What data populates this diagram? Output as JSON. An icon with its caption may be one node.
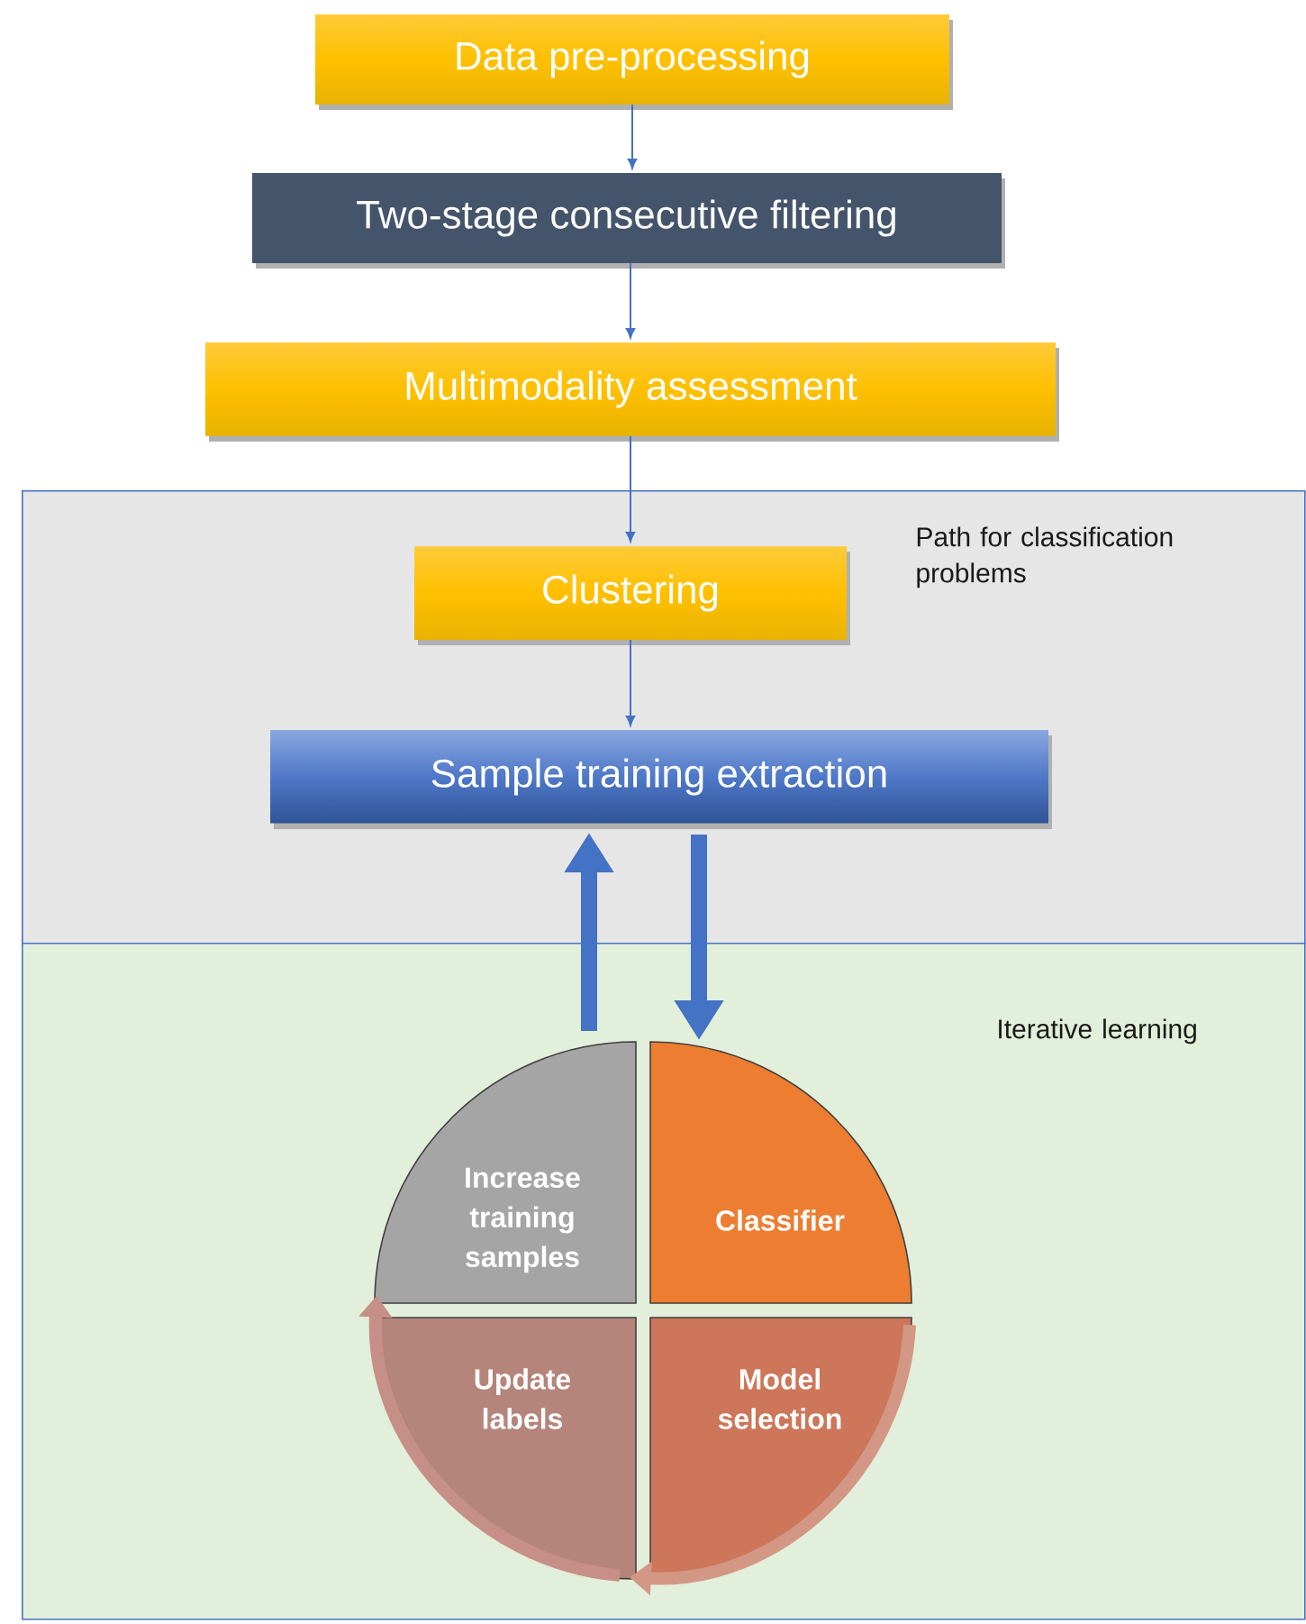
{
  "diagram": {
    "nodes": [
      {
        "text": [
          "Data pre-processing"
        ]
      },
      {
        "text": [
          "Two-stage consecutive filtering"
        ]
      },
      {
        "text": [
          "Multimodality  assessment"
        ]
      },
      {
        "text": [
          "Path for classification problems"
        ]
      },
      {
        "text": [
          "Clustering"
        ],
        "in": 3
      },
      {
        "text": [
          "Sample training extraction"
        ],
        "in": 3
      },
      {
        "text": [
          "Iterative learning"
        ]
      },
      {
        "text": [
          "Increase training samples"
        ],
        "in": 6
      },
      {
        "text": [
          "Classifier"
        ],
        "in": 6
      },
      {
        "text": [
          "Update labels"
        ],
        "in": 6
      },
      {
        "text": [
          "Model selection"
        ],
        "in": 6
      }
    ],
    "edges": [
      {
        "from": 0,
        "to": 1,
        "arrow": "to"
      },
      {
        "from": 1,
        "to": 2,
        "arrow": "to"
      },
      {
        "from": 2,
        "to": 4,
        "arrow": "to"
      },
      {
        "from": 4,
        "to": 5,
        "arrow": "to"
      },
      {
        "from": 7,
        "to": 5,
        "arrow": "to",
        "style": "thick"
      },
      {
        "from": 5,
        "to": 8,
        "arrow": "to",
        "style": "thick"
      },
      {
        "from": 10,
        "to": 9,
        "arrow": "to",
        "style": "thick",
        "color": "#d39785"
      },
      {
        "from": 9,
        "to": 7,
        "arrow": "to",
        "style": "thick",
        "color": "#c69088"
      }
    ]
  }
}
